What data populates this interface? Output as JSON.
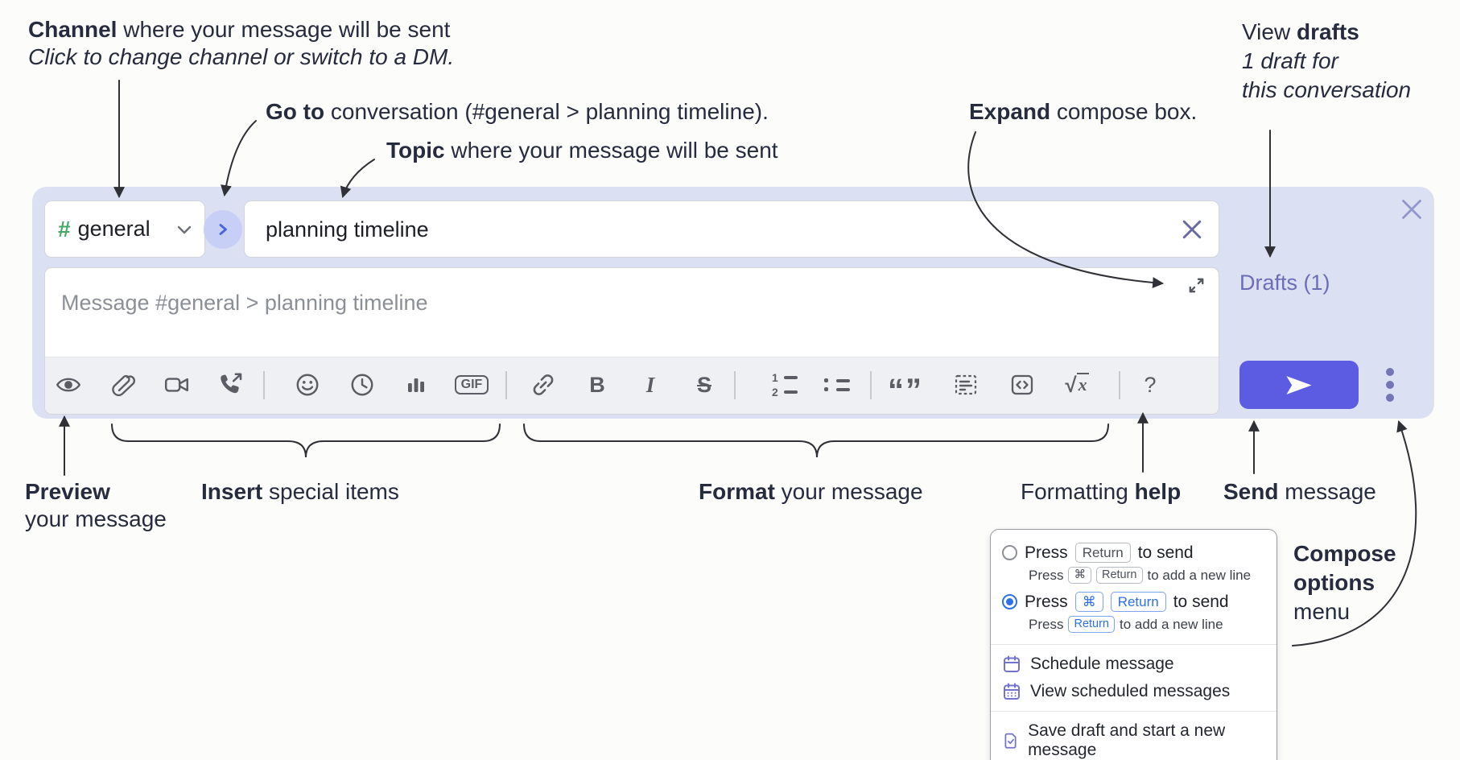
{
  "annotations": {
    "channel": {
      "bold": "Channel",
      "rest": " where your message will be sent",
      "sub": "Click to change channel or switch to a DM."
    },
    "goto": {
      "bold": "Go to",
      "rest": " conversation (#general > planning timeline)."
    },
    "topic": {
      "bold": "Topic",
      "rest": " where your message will be sent"
    },
    "expand": {
      "bold": "Expand",
      "rest": " compose box."
    },
    "drafts": {
      "pre": "View ",
      "bold": "drafts",
      "line2": "1 draft for",
      "line3": "this conversation"
    },
    "preview": {
      "bold": "Preview",
      "line2": "your message"
    },
    "insert": {
      "bold": "Insert",
      "rest": " special items"
    },
    "format": {
      "bold": "Format",
      "rest": " your message"
    },
    "help": {
      "pre": "Formatting ",
      "bold": "help"
    },
    "send": {
      "bold": "Send",
      "rest": " message"
    },
    "compose_options": {
      "line1": "Compose",
      "line2": "options",
      "line3": "menu"
    }
  },
  "composer": {
    "channel_hash": "#",
    "channel_name": "general",
    "topic_value": "planning timeline",
    "message_placeholder": "Message #general > planning timeline",
    "drafts_link": "Drafts (1)",
    "toolbar": {
      "gif": "GIF",
      "bold": "B",
      "italic": "I",
      "strike": "S",
      "quote": "“”",
      "sqrt_sign": "√",
      "sqrt_x": "x",
      "help": "?",
      "ol_1": "1",
      "ol_2": "2"
    }
  },
  "menu": {
    "press": "Press",
    "return_key": "Return",
    "cmd_key": "⌘",
    "to_send": "to send",
    "to_add": "to add a new line",
    "items": [
      "Schedule message",
      "View scheduled messages",
      "Save draft and start a new message"
    ]
  },
  "colors": {
    "accent_send": "#5b5ce2",
    "container": "#dce0f3",
    "drafts_link": "#6b6eb7",
    "channel_green": "#48a868",
    "kbd_blue": "#2f6fe4",
    "menu_icon_purple": "#7372ce",
    "icon_gray": "#5a5e64"
  }
}
